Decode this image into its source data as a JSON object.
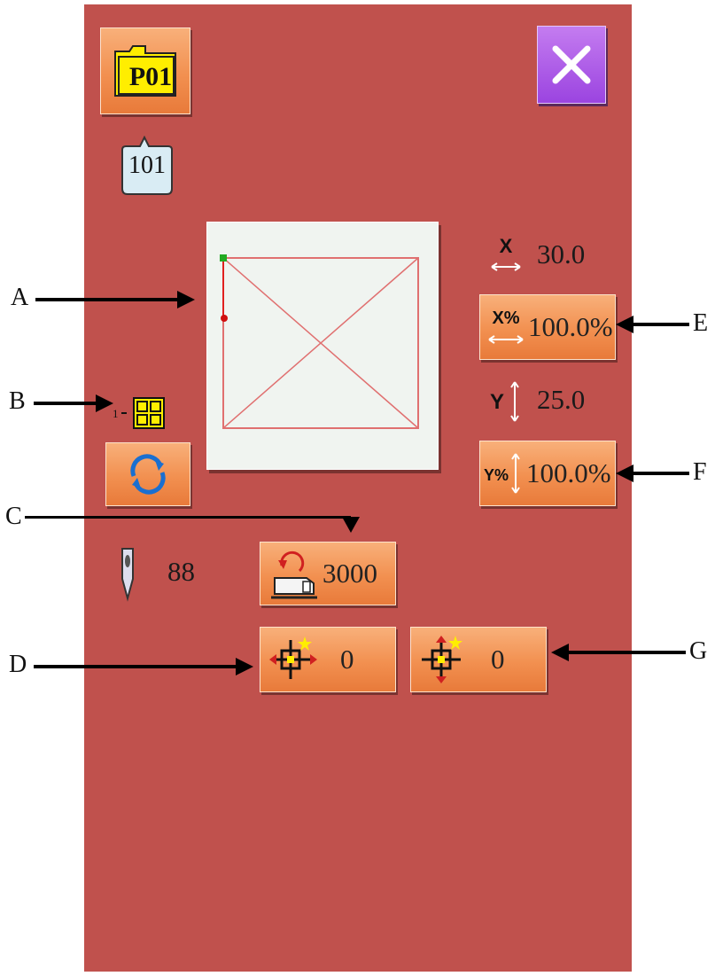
{
  "header": {
    "pattern_label": "P01",
    "pattern_number": "101"
  },
  "close_button": {
    "icon": "close-icon"
  },
  "pattern_preview": {
    "icon": "pattern-preview"
  },
  "x_size": {
    "value": "30.0",
    "icon": "x-dimension-icon"
  },
  "x_scale": {
    "value": "100.0%",
    "icon_label": "X%"
  },
  "y_size": {
    "value": "25.0",
    "icon_label": "Y"
  },
  "y_scale": {
    "value": "100.0%",
    "icon_label": "Y%"
  },
  "repeat_mode": {
    "number": "1",
    "icon": "grid-icon"
  },
  "cycle_button": {
    "icon": "cycle-icon"
  },
  "needle": {
    "value": "88",
    "icon": "needle-icon"
  },
  "speed_button": {
    "value": "3000",
    "icon": "sewing-speed-icon"
  },
  "x_move_button": {
    "value": "0",
    "icon": "move-x-icon"
  },
  "y_move_button": {
    "value": "0",
    "icon": "move-y-icon"
  },
  "callouts": [
    "A",
    "B",
    "C",
    "D",
    "E",
    "F",
    "G"
  ],
  "colors": {
    "background": "#c0514d",
    "button": "#f29050",
    "close_button": "#a855e8",
    "folder_yellow": "#ffee00"
  }
}
